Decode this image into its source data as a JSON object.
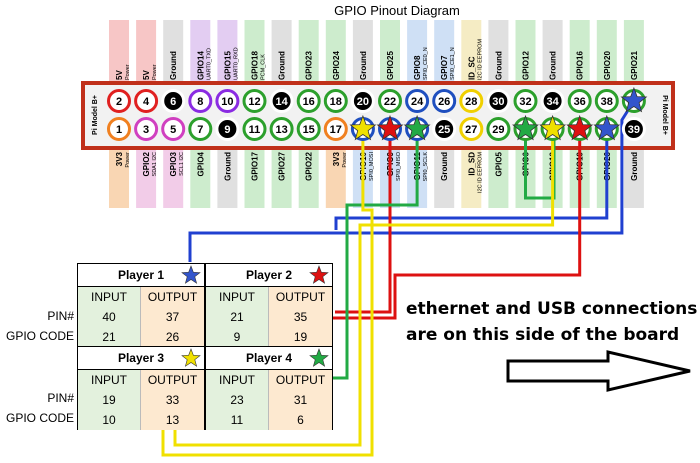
{
  "title": "GPIO Pinout Diagram",
  "board_label_left": "Pi Model B+",
  "board_label_right": "Pi Model B+",
  "top_headers": [
    {
      "label": "5V",
      "sub": "Power",
      "color": "#f7c6c6"
    },
    {
      "label": "5V",
      "sub": "Power",
      "color": "#f7c6c6"
    },
    {
      "label": "Ground",
      "sub": "",
      "color": "#e0e0e0"
    },
    {
      "label": "GPIO14",
      "sub": "UART0_TXD",
      "color": "#e3cdf2"
    },
    {
      "label": "GPIO15",
      "sub": "UART0_RXD",
      "color": "#e3cdf2"
    },
    {
      "label": "GPIO18",
      "sub": "PCM_CLK",
      "color": "#cdeccd"
    },
    {
      "label": "Ground",
      "sub": "",
      "color": "#e0e0e0"
    },
    {
      "label": "GPIO23",
      "sub": "",
      "color": "#cdeccd"
    },
    {
      "label": "GPIO24",
      "sub": "",
      "color": "#cdeccd"
    },
    {
      "label": "Ground",
      "sub": "",
      "color": "#e0e0e0"
    },
    {
      "label": "GPIO25",
      "sub": "",
      "color": "#cdeccd"
    },
    {
      "label": "GPIO8",
      "sub": "SPI0_CE0_N",
      "color": "#cfe0f5"
    },
    {
      "label": "GPIO7",
      "sub": "SPI0_CE1_N",
      "color": "#cfe0f5"
    },
    {
      "label": "ID_SC",
      "sub": "I2C ID EEPROM",
      "color": "#f5ecc4"
    },
    {
      "label": "Ground",
      "sub": "",
      "color": "#e0e0e0"
    },
    {
      "label": "GPIO12",
      "sub": "",
      "color": "#cdeccd"
    },
    {
      "label": "Ground",
      "sub": "",
      "color": "#e0e0e0"
    },
    {
      "label": "GPIO16",
      "sub": "",
      "color": "#cdeccd"
    },
    {
      "label": "GPIO20",
      "sub": "",
      "color": "#cdeccd"
    },
    {
      "label": "GPIO21",
      "sub": "",
      "color": "#cdeccd"
    }
  ],
  "bottom_headers": [
    {
      "label": "3V3",
      "sub": "Power",
      "color": "#f9d6b3"
    },
    {
      "label": "GPIO2",
      "sub": "SDA1 I2C",
      "color": "#f2cce8"
    },
    {
      "label": "GPIO3",
      "sub": "SCL1 I2C",
      "color": "#f2cce8"
    },
    {
      "label": "GPIO4",
      "sub": "",
      "color": "#cdeccd"
    },
    {
      "label": "Ground",
      "sub": "",
      "color": "#e0e0e0"
    },
    {
      "label": "GPIO17",
      "sub": "",
      "color": "#cdeccd"
    },
    {
      "label": "GPIO27",
      "sub": "",
      "color": "#cdeccd"
    },
    {
      "label": "GPIO22",
      "sub": "",
      "color": "#cdeccd"
    },
    {
      "label": "3V3",
      "sub": "Power",
      "color": "#f9d6b3"
    },
    {
      "label": "GPIO10",
      "sub": "SPI0_MOSI",
      "color": "#cfe0f5"
    },
    {
      "label": "GPIO9",
      "sub": "SPI0_MISO",
      "color": "#cfe0f5"
    },
    {
      "label": "GPIO11",
      "sub": "SPI0_SCLK",
      "color": "#cfe0f5"
    },
    {
      "label": "Ground",
      "sub": "",
      "color": "#e0e0e0"
    },
    {
      "label": "ID_SD",
      "sub": "I2C ID EEPROM",
      "color": "#f5ecc4"
    },
    {
      "label": "GPIO5",
      "sub": "",
      "color": "#cdeccd"
    },
    {
      "label": "GPIO6",
      "sub": "",
      "color": "#cdeccd"
    },
    {
      "label": "GPIO13",
      "sub": "",
      "color": "#cdeccd"
    },
    {
      "label": "GPIO19",
      "sub": "",
      "color": "#cdeccd"
    },
    {
      "label": "GPIO26",
      "sub": "",
      "color": "#cdeccd"
    },
    {
      "label": "Ground",
      "sub": "",
      "color": "#e0e0e0"
    }
  ],
  "top_pins": [
    {
      "num": "2",
      "fill": "#ffffff",
      "ring": "#e02020",
      "text": "#000000"
    },
    {
      "num": "4",
      "fill": "#ffffff",
      "ring": "#e02020",
      "text": "#000000"
    },
    {
      "num": "6",
      "fill": "#000000",
      "ring": "#ffffff",
      "text": "#ffffff"
    },
    {
      "num": "8",
      "fill": "#ffffff",
      "ring": "#8a2be2",
      "text": "#000000"
    },
    {
      "num": "10",
      "fill": "#ffffff",
      "ring": "#8a2be2",
      "text": "#000000"
    },
    {
      "num": "12",
      "fill": "#ffffff",
      "ring": "#2ca02c",
      "text": "#000000"
    },
    {
      "num": "14",
      "fill": "#000000",
      "ring": "#ffffff",
      "text": "#ffffff"
    },
    {
      "num": "16",
      "fill": "#ffffff",
      "ring": "#2ca02c",
      "text": "#000000"
    },
    {
      "num": "18",
      "fill": "#ffffff",
      "ring": "#2ca02c",
      "text": "#000000"
    },
    {
      "num": "20",
      "fill": "#000000",
      "ring": "#ffffff",
      "text": "#ffffff"
    },
    {
      "num": "22",
      "fill": "#ffffff",
      "ring": "#2ca02c",
      "text": "#000000"
    },
    {
      "num": "24",
      "fill": "#ffffff",
      "ring": "#1f4fbf",
      "text": "#000000"
    },
    {
      "num": "26",
      "fill": "#ffffff",
      "ring": "#1f4fbf",
      "text": "#000000"
    },
    {
      "num": "28",
      "fill": "#ffffff",
      "ring": "#f0d000",
      "text": "#000000"
    },
    {
      "num": "30",
      "fill": "#000000",
      "ring": "#ffffff",
      "text": "#ffffff"
    },
    {
      "num": "32",
      "fill": "#ffffff",
      "ring": "#2ca02c",
      "text": "#000000"
    },
    {
      "num": "34",
      "fill": "#000000",
      "ring": "#ffffff",
      "text": "#ffffff"
    },
    {
      "num": "36",
      "fill": "#ffffff",
      "ring": "#2ca02c",
      "text": "#000000"
    },
    {
      "num": "38",
      "fill": "#ffffff",
      "ring": "#2ca02c",
      "text": "#000000"
    },
    {
      "num": "40",
      "fill": "#ffffff",
      "ring": "#2ca02c",
      "text": "#000000"
    }
  ],
  "bottom_pins": [
    {
      "num": "1",
      "fill": "#ffffff",
      "ring": "#f08020",
      "text": "#000000"
    },
    {
      "num": "3",
      "fill": "#ffffff",
      "ring": "#d040c0",
      "text": "#000000"
    },
    {
      "num": "5",
      "fill": "#ffffff",
      "ring": "#d040c0",
      "text": "#000000"
    },
    {
      "num": "7",
      "fill": "#ffffff",
      "ring": "#2ca02c",
      "text": "#000000"
    },
    {
      "num": "9",
      "fill": "#000000",
      "ring": "#ffffff",
      "text": "#ffffff"
    },
    {
      "num": "11",
      "fill": "#ffffff",
      "ring": "#2ca02c",
      "text": "#000000"
    },
    {
      "num": "13",
      "fill": "#ffffff",
      "ring": "#2ca02c",
      "text": "#000000"
    },
    {
      "num": "15",
      "fill": "#ffffff",
      "ring": "#2ca02c",
      "text": "#000000"
    },
    {
      "num": "17",
      "fill": "#ffffff",
      "ring": "#f08020",
      "text": "#000000"
    },
    {
      "num": "19",
      "fill": "#ffffff",
      "ring": "#1f4fbf",
      "text": "#000000"
    },
    {
      "num": "21",
      "fill": "#ffffff",
      "ring": "#1f4fbf",
      "text": "#000000"
    },
    {
      "num": "23",
      "fill": "#ffffff",
      "ring": "#1f4fbf",
      "text": "#000000"
    },
    {
      "num": "25",
      "fill": "#000000",
      "ring": "#ffffff",
      "text": "#ffffff"
    },
    {
      "num": "27",
      "fill": "#ffffff",
      "ring": "#f0d000",
      "text": "#000000"
    },
    {
      "num": "29",
      "fill": "#ffffff",
      "ring": "#2ca02c",
      "text": "#000000"
    },
    {
      "num": "31",
      "fill": "#ffffff",
      "ring": "#2ca02c",
      "text": "#000000"
    },
    {
      "num": "33",
      "fill": "#ffffff",
      "ring": "#2ca02c",
      "text": "#000000"
    },
    {
      "num": "35",
      "fill": "#ffffff",
      "ring": "#2ca02c",
      "text": "#000000"
    },
    {
      "num": "37",
      "fill": "#ffffff",
      "ring": "#2ca02c",
      "text": "#000000"
    },
    {
      "num": "39",
      "fill": "#000000",
      "ring": "#ffffff",
      "text": "#ffffff"
    }
  ],
  "star_markers": [
    {
      "pin": "40",
      "color": "#3355cc"
    },
    {
      "pin": "19",
      "color": "#f0e000"
    },
    {
      "pin": "21",
      "color": "#dd1111"
    },
    {
      "pin": "23",
      "color": "#22aa44"
    },
    {
      "pin": "31",
      "color": "#22aa44"
    },
    {
      "pin": "33",
      "color": "#f0e000"
    },
    {
      "pin": "35",
      "color": "#dd1111"
    },
    {
      "pin": "37",
      "color": "#3355cc"
    }
  ],
  "wire_colors": {
    "blue": "#2040d0",
    "red": "#dd1111",
    "green": "#22aa44",
    "yellow": "#f0e000"
  },
  "table": {
    "row_labels": {
      "pin": "PIN#",
      "gpio": "GPIO CODE"
    },
    "players": [
      {
        "name": "Player 1",
        "star_color": "#3355cc",
        "input_label": "INPUT",
        "output_label": "OUTPUT",
        "pin_input": "40",
        "pin_output": "37",
        "gpio_input": "21",
        "gpio_output": "26"
      },
      {
        "name": "Player 2",
        "star_color": "#dd1111",
        "input_label": "INPUT",
        "output_label": "OUTPUT",
        "pin_input": "21",
        "pin_output": "35",
        "gpio_input": "9",
        "gpio_output": "19"
      },
      {
        "name": "Player 3",
        "star_color": "#f0e000",
        "input_label": "INPUT",
        "output_label": "OUTPUT",
        "pin_input": "19",
        "pin_output": "33",
        "gpio_input": "10",
        "gpio_output": "13"
      },
      {
        "name": "Player 4",
        "star_color": "#22aa44",
        "input_label": "INPUT",
        "output_label": "OUTPUT",
        "pin_input": "23",
        "pin_output": "31",
        "gpio_input": "11",
        "gpio_output": "6"
      }
    ]
  },
  "note_line1": "ethernet and USB connections",
  "note_line2": "are on this side of the board"
}
